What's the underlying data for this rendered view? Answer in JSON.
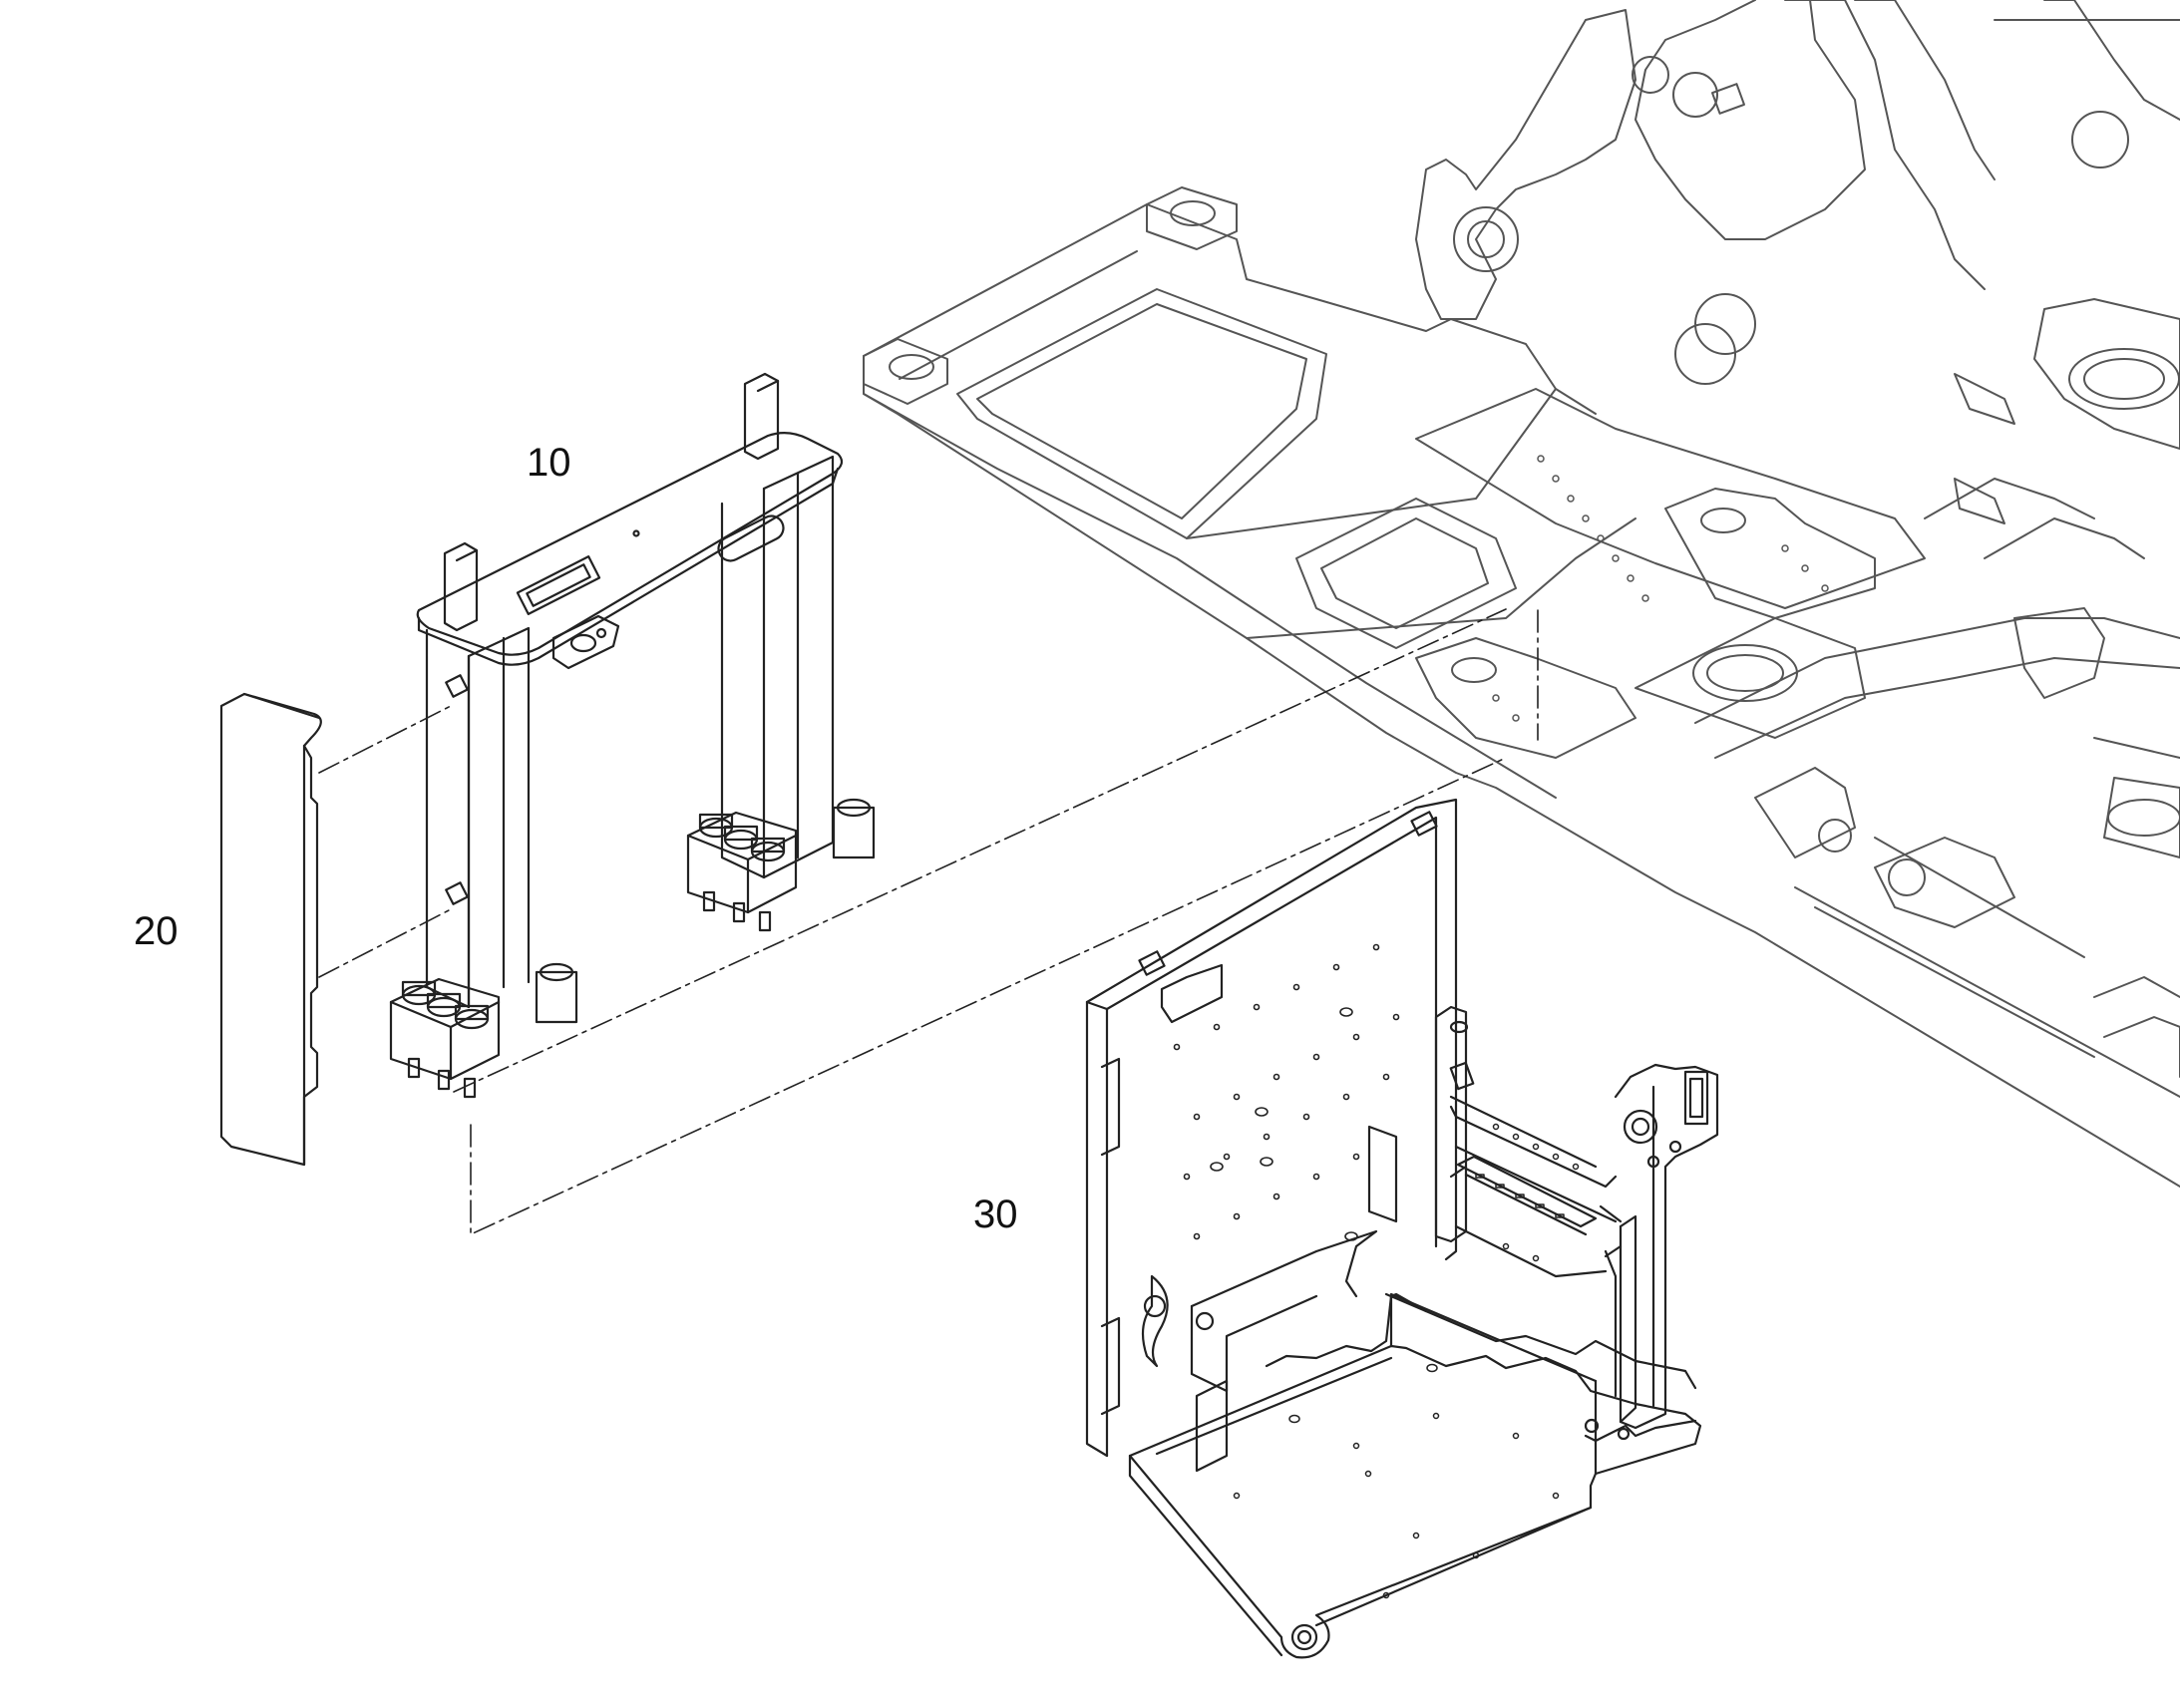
{
  "callouts": [
    {
      "id": "10",
      "text": "10",
      "part": "support-frame"
    },
    {
      "id": "20",
      "text": "20",
      "part": "cover-plate"
    },
    {
      "id": "30",
      "text": "30",
      "part": "battery-tray-bracket"
    }
  ],
  "colors": {
    "line": "#222222",
    "frame_line": "#555555",
    "background": "#ffffff"
  }
}
